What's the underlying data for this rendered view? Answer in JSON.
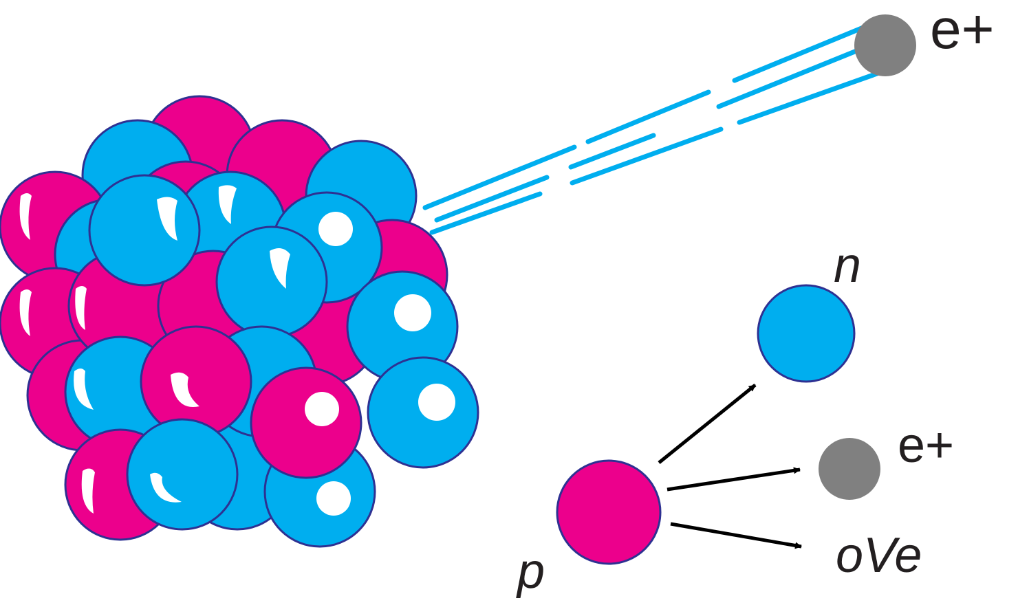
{
  "diagram": {
    "labels": {
      "emitted_positron": "e+",
      "neutron": "n",
      "positron": "e+",
      "neutrino": "oVe",
      "proton": "p"
    },
    "colors": {
      "proton": "#ec008c",
      "neutron": "#00aeef",
      "positron": "#808080",
      "outline": "#2e3192",
      "trail": "#00aeef",
      "arrow": "#000000",
      "text": "#231f20"
    }
  }
}
